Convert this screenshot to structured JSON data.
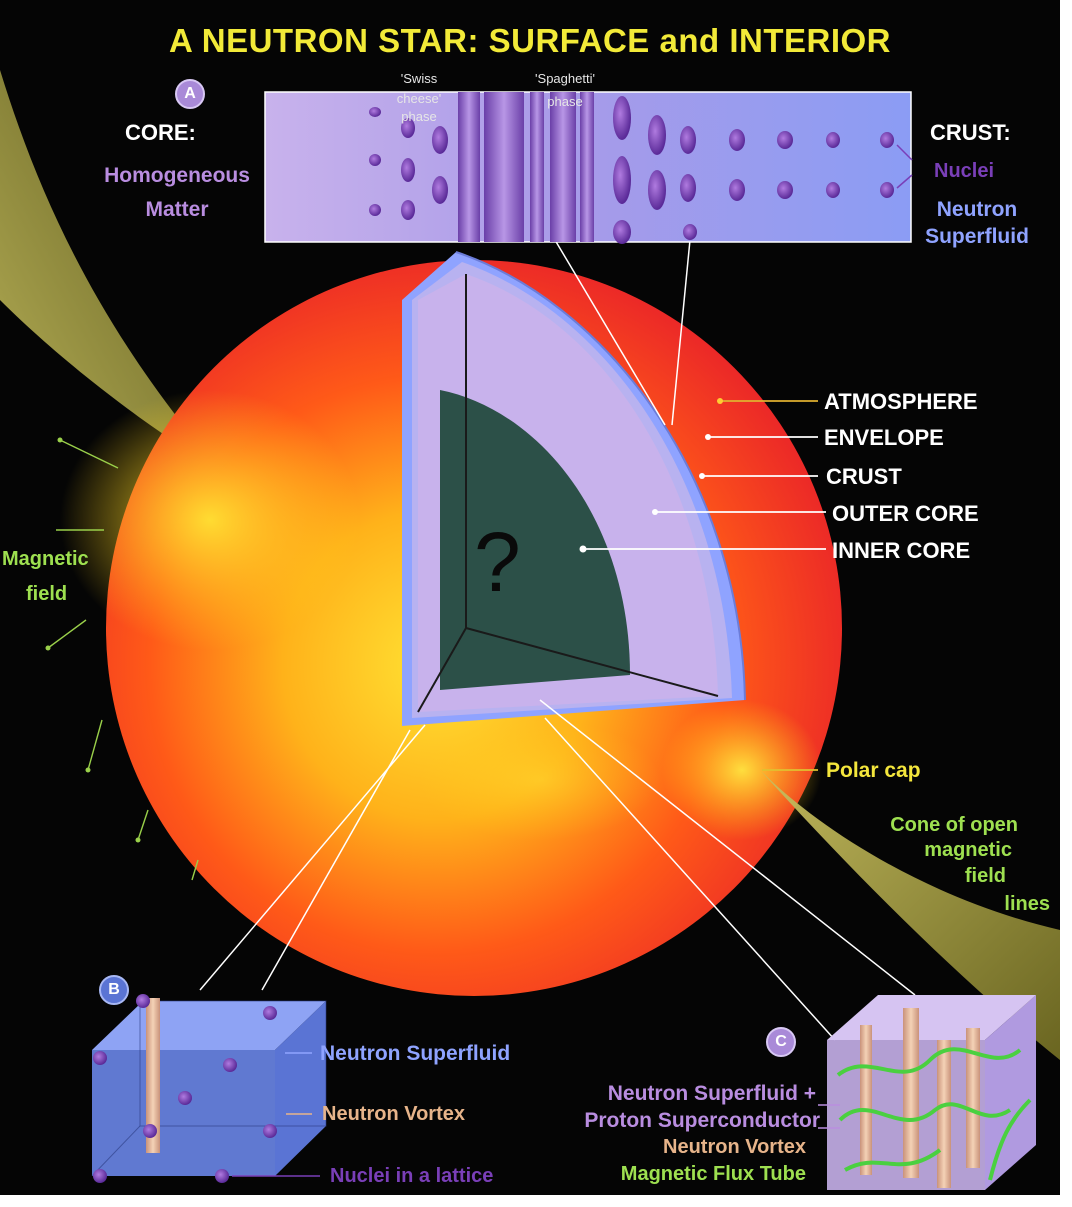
{
  "title": "A NEUTRON STAR:  SURFACE and INTERIOR",
  "panel_a": {
    "badge": "A",
    "core_heading": "CORE:",
    "core_desc_line1": "Homogeneous",
    "core_desc_line2": "Matter",
    "swiss_line1": "'Swiss",
    "swiss_line2": "cheese'",
    "swiss_line3": "phase",
    "spaghetti_line1": "'Spaghetti'",
    "spaghetti_line2": "phase",
    "crust_heading": "CRUST:",
    "nuclei": "Nuclei",
    "neutron_superfluid_line1": "Neutron",
    "neutron_superfluid_line2": "Superfluid"
  },
  "layers": {
    "atmosphere": "ATMOSPHERE",
    "envelope": "ENVELOPE",
    "crust": "CRUST",
    "outer_core": "OUTER CORE",
    "inner_core": "INNER CORE",
    "unknown_mark": "?"
  },
  "magnetic_field_line1": "Magnetic",
  "magnetic_field_line2": "field",
  "polar_cap": "Polar cap",
  "cone": {
    "line1": "Cone of open",
    "line2": "magnetic",
    "line3": "field",
    "line4": "lines"
  },
  "panel_b": {
    "badge": "B",
    "neutron_superfluid": "Neutron Superfluid",
    "neutron_vortex": "Neutron Vortex",
    "nuclei_lattice": "Nuclei in a lattice"
  },
  "panel_c": {
    "badge": "C",
    "line1": "Neutron Superfluid  +",
    "line2": "Proton Superconductor",
    "line3": "Neutron Vortex",
    "line4": "Magnetic Flux Tube"
  },
  "colors": {
    "background": "#050505",
    "title": "#f2ea38",
    "star_hot": "#ffd21a",
    "star_cool": "#e8202a",
    "inner_core": "#2c5048",
    "outer_core": "#c8b2ec",
    "crust": "#8fa3ff",
    "field_lines": "#8a8a2a"
  }
}
